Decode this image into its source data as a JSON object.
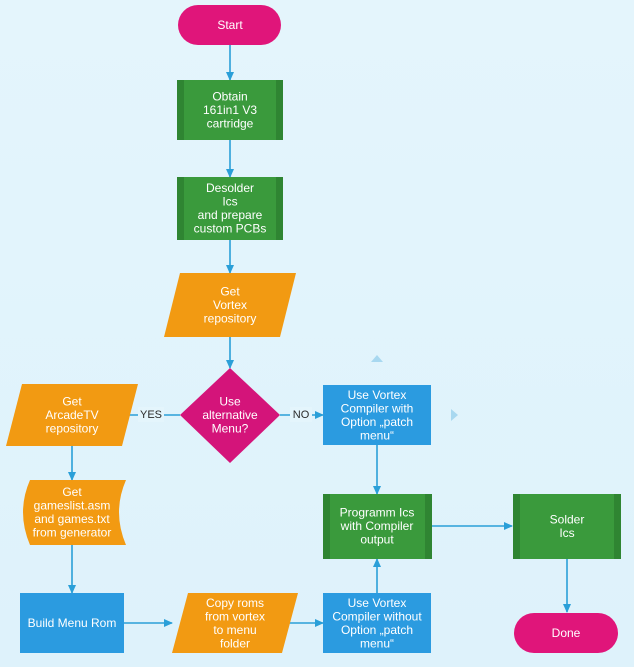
{
  "colors": {
    "start_end": "#e0157a",
    "process": "#3a9a3c",
    "process_side": "#2f8532",
    "io": "#f29a12",
    "decision": "#d4147a",
    "action": "#2b9be0",
    "arrow": "#2a9fd8",
    "text": "#ffffff",
    "branch_label": "#2a2a2a"
  },
  "nodes": {
    "start": {
      "label": [
        "Start"
      ]
    },
    "obtain": {
      "label": [
        "Obtain",
        "161in1 V3",
        "cartridge"
      ]
    },
    "desolder": {
      "label": [
        "Desolder",
        "Ics",
        "and prepare",
        "custom PCBs"
      ]
    },
    "get_vortex": {
      "label": [
        "Get",
        "Vortex",
        "repository"
      ]
    },
    "decision": {
      "label": [
        "Use",
        "alternative",
        "Menu?"
      ]
    },
    "patch_menu": {
      "label": [
        "Use Vortex",
        "Compiler with",
        "Option „patch",
        "menu“"
      ]
    },
    "get_arcadetv": {
      "label": [
        "Get",
        "ArcadeTV",
        "repository"
      ]
    },
    "gameslist": {
      "label": [
        "Get",
        "gameslist.asm",
        "and games.txt",
        "from generator"
      ]
    },
    "build_menu": {
      "label": [
        "Build Menu Rom"
      ]
    },
    "copy_roms": {
      "label": [
        "Copy roms",
        "from vortex",
        "to menu",
        "folder"
      ]
    },
    "no_patch": {
      "label": [
        "Use Vortex",
        "Compiler without",
        "Option „patch",
        "menu“"
      ]
    },
    "programm": {
      "label": [
        "Programm Ics",
        "with Compiler",
        "output"
      ]
    },
    "solder": {
      "label": [
        "Solder",
        "Ics"
      ]
    },
    "done": {
      "label": [
        "Done"
      ]
    }
  },
  "edges": {
    "yes_label": "YES",
    "no_label": "NO"
  }
}
